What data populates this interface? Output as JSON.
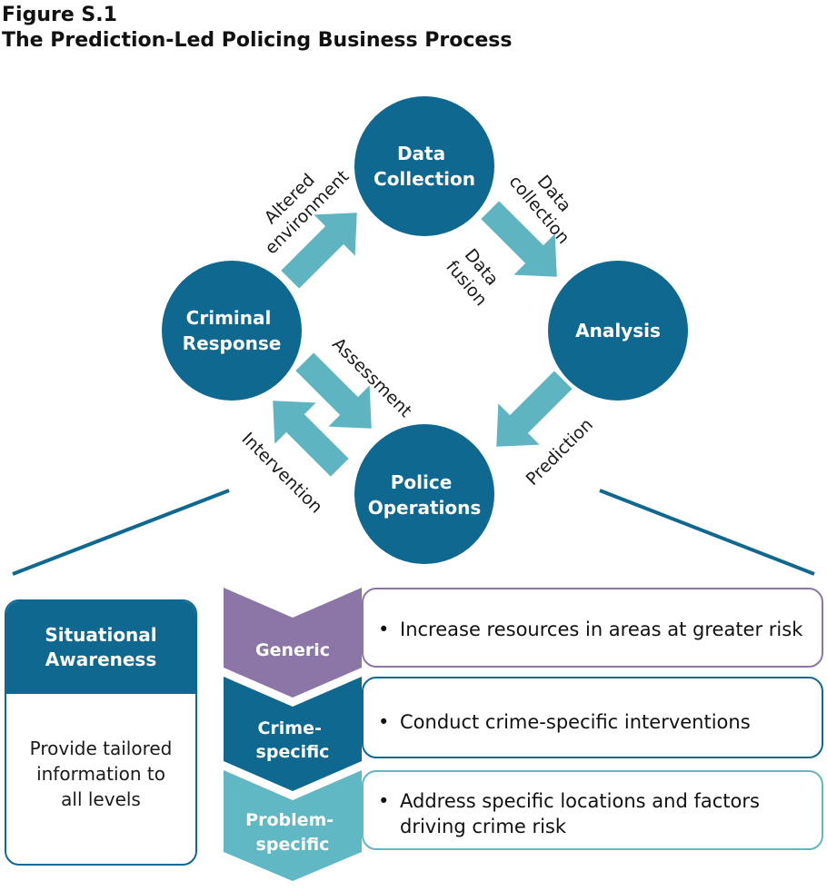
{
  "header": {
    "figure_number": "Figure S.1",
    "title": "The Prediction-Led Policing Business Process"
  },
  "cycle": {
    "nodes": {
      "data_collection": [
        "Data",
        "Collection"
      ],
      "analysis": [
        "Analysis"
      ],
      "police_operations": [
        "Police",
        "Operations"
      ],
      "criminal_response": [
        "Criminal",
        "Response"
      ]
    },
    "edges": {
      "altered_environment": [
        "Altered",
        "environment"
      ],
      "data_collection": [
        "Data",
        "collection"
      ],
      "data_fusion": [
        "Data",
        "fusion"
      ],
      "prediction": "Prediction",
      "assessment": "Assessment",
      "intervention": "Intervention"
    }
  },
  "situational_awareness": {
    "title_lines": [
      "Situational",
      "Awareness"
    ],
    "body_lines": [
      "Provide tailored",
      "information to",
      "all levels"
    ]
  },
  "levels": [
    {
      "label_lines": [
        "Generic"
      ],
      "bullets": [
        "Increase resources in areas at greater risk"
      ]
    },
    {
      "label_lines": [
        "Crime-",
        "specific"
      ],
      "bullets": [
        "Conduct crime-specific interventions"
      ]
    },
    {
      "label_lines": [
        "Problem-",
        "specific"
      ],
      "bullets": [
        "Address specific locations and factors driving crime risk"
      ]
    }
  ],
  "colors": {
    "circle": "#0e6890",
    "arrow": "#5fb4c2",
    "generic": "#8c76a7",
    "crime_specific": "#0e6890",
    "problem_specific": "#5fb8c4"
  }
}
